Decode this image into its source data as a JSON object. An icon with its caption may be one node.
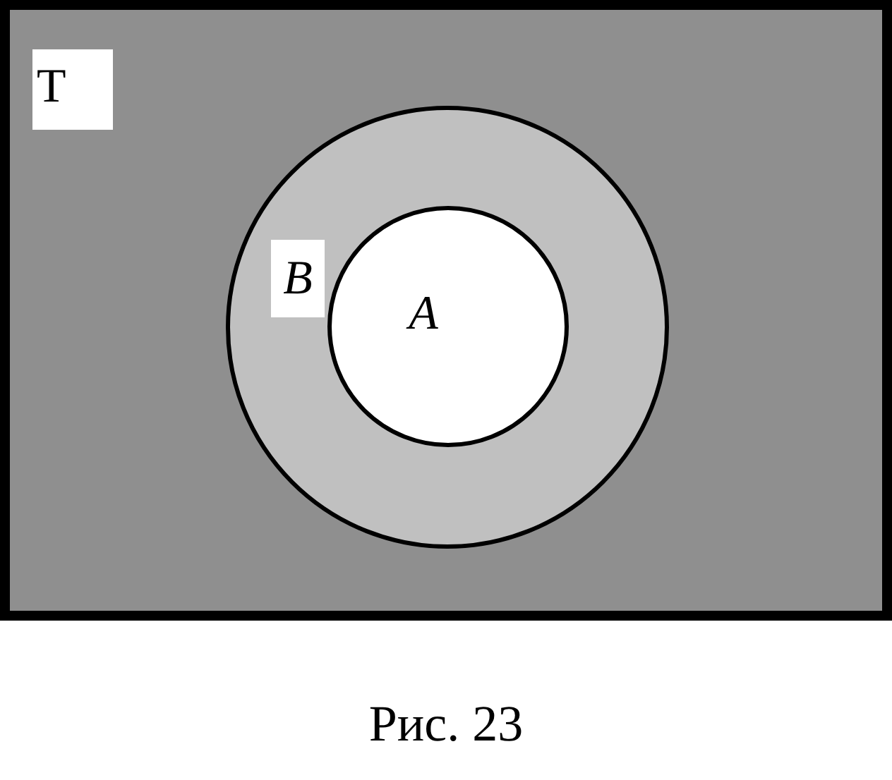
{
  "diagram": {
    "caption": "Рис. 23",
    "nodes": [
      {
        "text": [
          "T"
        ]
      },
      {
        "text": [
          "B"
        ],
        "in": 0
      },
      {
        "text": [
          "A"
        ],
        "in": 1
      }
    ]
  }
}
